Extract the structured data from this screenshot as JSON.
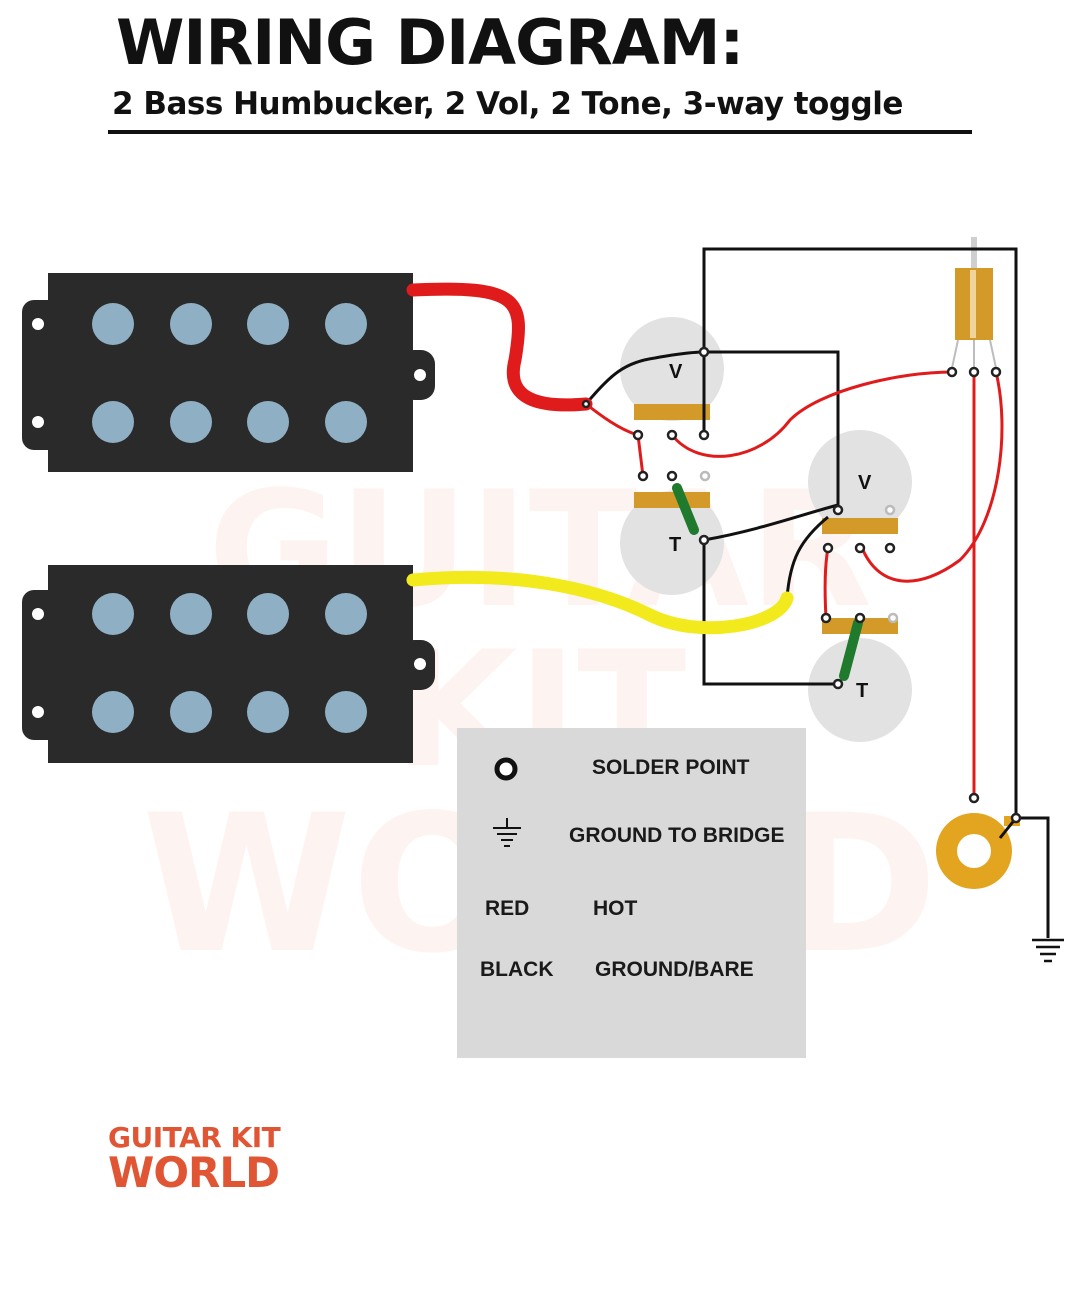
{
  "header": {
    "title": "WIRING DIAGRAM:",
    "subtitle": "2 Bass Humbucker, 2 Vol, 2 Tone, 3-way toggle"
  },
  "watermark": {
    "line1": "GUITAR KIT",
    "line2": "WORLD"
  },
  "controls": {
    "volume_1_label": "V",
    "tone_1_label": "T",
    "volume_2_label": "V",
    "tone_2_label": "T"
  },
  "legend": {
    "solder_point": "SOLDER POINT",
    "ground_to_bridge": "GROUND TO BRIDGE",
    "red_key": "RED",
    "red_value": "HOT",
    "black_key": "BLACK",
    "black_value": "GROUND/BARE"
  },
  "brand": {
    "line1": "GUITAR KIT",
    "line2": "WORLD"
  },
  "colors": {
    "hot_wire": "#e01b1b",
    "ground_wire": "#111111",
    "bridge_pickup_lead": "#f2ea1c",
    "pickup_body": "#2a2a2a",
    "pole_piece": "#8fb0c4",
    "pot_body": "#e2e2e2",
    "pot_lugs": "#d39a2a",
    "capacitor": "#1f7a2e",
    "jack": "#e3a41f",
    "brand": "#e05634",
    "legend_bg": "#d9d9d9"
  }
}
